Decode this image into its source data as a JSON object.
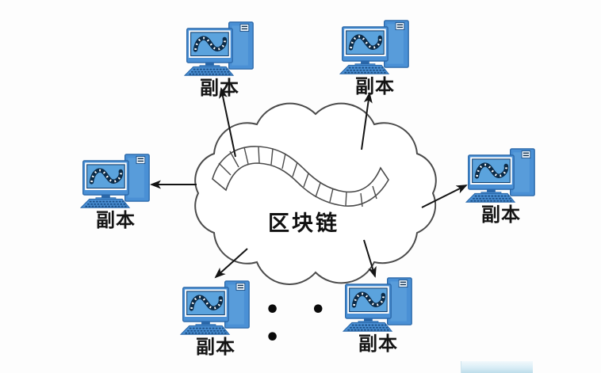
{
  "diagram": {
    "title": "区块链",
    "ellipsis": "• • •",
    "nodes": [
      {
        "id": "node-top-left",
        "label": "副本"
      },
      {
        "id": "node-top-right",
        "label": "副本"
      },
      {
        "id": "node-left",
        "label": "副本"
      },
      {
        "id": "node-right",
        "label": "副本"
      },
      {
        "id": "node-bottom-left",
        "label": "副本"
      },
      {
        "id": "node-bottom-right",
        "label": "副本"
      }
    ],
    "colors": {
      "computer_blue": "#4a90d5",
      "computer_dark_blue": "#2a67a8",
      "screen_blue": "#5ba3dd",
      "bezel_navy": "#14406e",
      "wave_navy": "#0d2b47",
      "cloud_outline": "#4b4b4b",
      "arrow_black": "#141414"
    }
  }
}
